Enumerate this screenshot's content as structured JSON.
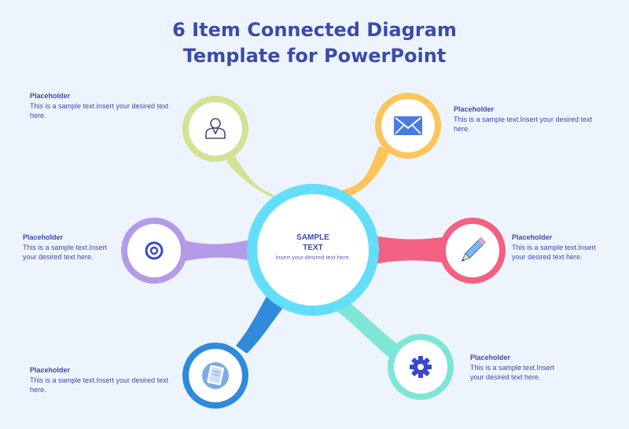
{
  "title": {
    "line1": "6 Item Connected Diagram",
    "line2": "Template for PowerPoint"
  },
  "center": {
    "title_line1": "SAMPLE",
    "title_line2": "TEXT",
    "desc": "Insert your desired text here.",
    "color": "#62def9"
  },
  "items": [
    {
      "id": "top-left",
      "heading": "Placeholder",
      "text": "This is a sample text.Insert your desired text here.",
      "icon": "user-icon",
      "color": "#d3e293"
    },
    {
      "id": "top-right",
      "heading": "Placeholder",
      "text": "This is a sample text.Insert your desired text here.",
      "icon": "envelope-icon",
      "color": "#fcc45a"
    },
    {
      "id": "middle-left",
      "heading": "Placeholder",
      "text": "This is a sample text.Insert your desired text here.",
      "icon": "target-icon",
      "color": "#b59ae8"
    },
    {
      "id": "middle-right",
      "heading": "Placeholder",
      "text": "This is a sample text.Insert your desired text here.",
      "icon": "pencil-icon",
      "color": "#f26181"
    },
    {
      "id": "bottom-left",
      "heading": "Placeholder",
      "text": "This is a sample text.Insert your desired text here.",
      "icon": "notebook-icon",
      "color": "#2f8bd9"
    },
    {
      "id": "bottom-right",
      "heading": "Placeholder",
      "text": "This is a sample text.Insert your desired text here.",
      "icon": "gear-icon",
      "color": "#7ee6d7"
    }
  ]
}
